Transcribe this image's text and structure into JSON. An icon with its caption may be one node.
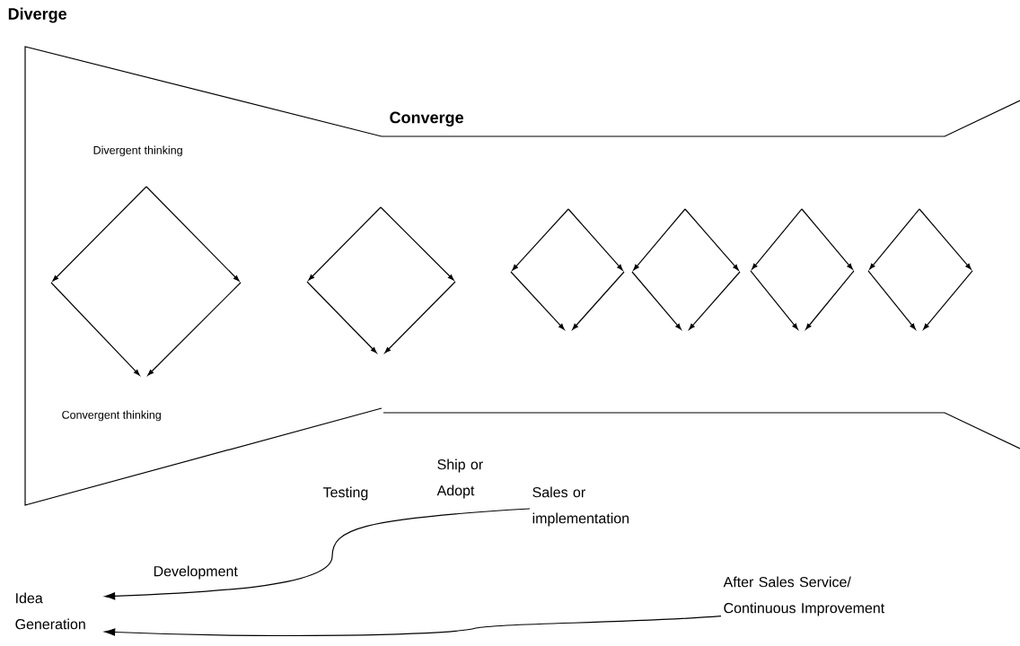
{
  "diagram": {
    "nodes": [
      {
        "text": [
          "Sales or implementation"
        ]
      },
      {
        "text": [
          "Idea Generation"
        ]
      },
      {
        "text": [
          "After Sales Service/ Continuous Improvement"
        ]
      }
    ],
    "edges": [
      {
        "from": 0,
        "to": 1,
        "arrow": "to"
      },
      {
        "from": 2,
        "to": 1,
        "arrow": "to"
      }
    ],
    "labels": [
      "Diverge",
      "Converge",
      "Divergent thinking",
      "Convergent thinking",
      "Ship or Adopt",
      "Testing",
      "Development"
    ]
  }
}
